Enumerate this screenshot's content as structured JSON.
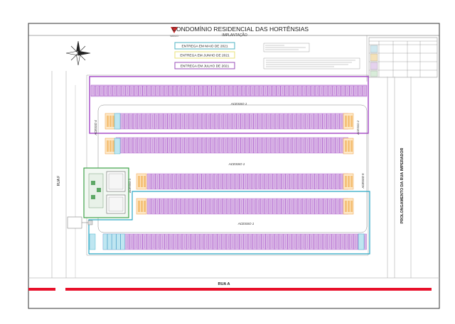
{
  "header": {
    "brand": "VASCO",
    "title": "CONDOMÍNIO RESIDENCIAL DAS HORTÊNSIAS",
    "subtitle": "IMPLANTAÇÃO"
  },
  "legend": {
    "items": [
      {
        "label": "ENTREGA EM MAIO DE 2021",
        "color": "#4fb3c3"
      },
      {
        "label": "ENTREGA EM JUNHO DE 2021",
        "color": "#e8e27a"
      },
      {
        "label": "ENTREGA EM JULHO DE 2021",
        "color": "#9a4fb8"
      }
    ]
  },
  "streets": {
    "rua_a": "RUA A",
    "rua_f": "RUA F",
    "prolongamento": "PROLONGAMENTO DA RUA IMPERADOR"
  },
  "access_labels": {
    "acesso_1a": "ACESSO 1",
    "acesso_1b": "ACESSO 1",
    "acesso_1c": "ACESSO 1",
    "acesso_2": "ACESSO 2",
    "acesso_3": "ACESSO 3",
    "acesso_4": "ACESSO 4",
    "acesso_5": "ACESSO 5"
  },
  "colors": {
    "purple_fill": "#d9b6e6",
    "purple_line": "#9a35c0",
    "cyan_line": "#2aa7c4",
    "cyan_fill": "#bfe6f1",
    "green_line": "#2f9b3a",
    "orange": "#f0a040",
    "red": "#e8102a",
    "border": "#333333"
  }
}
